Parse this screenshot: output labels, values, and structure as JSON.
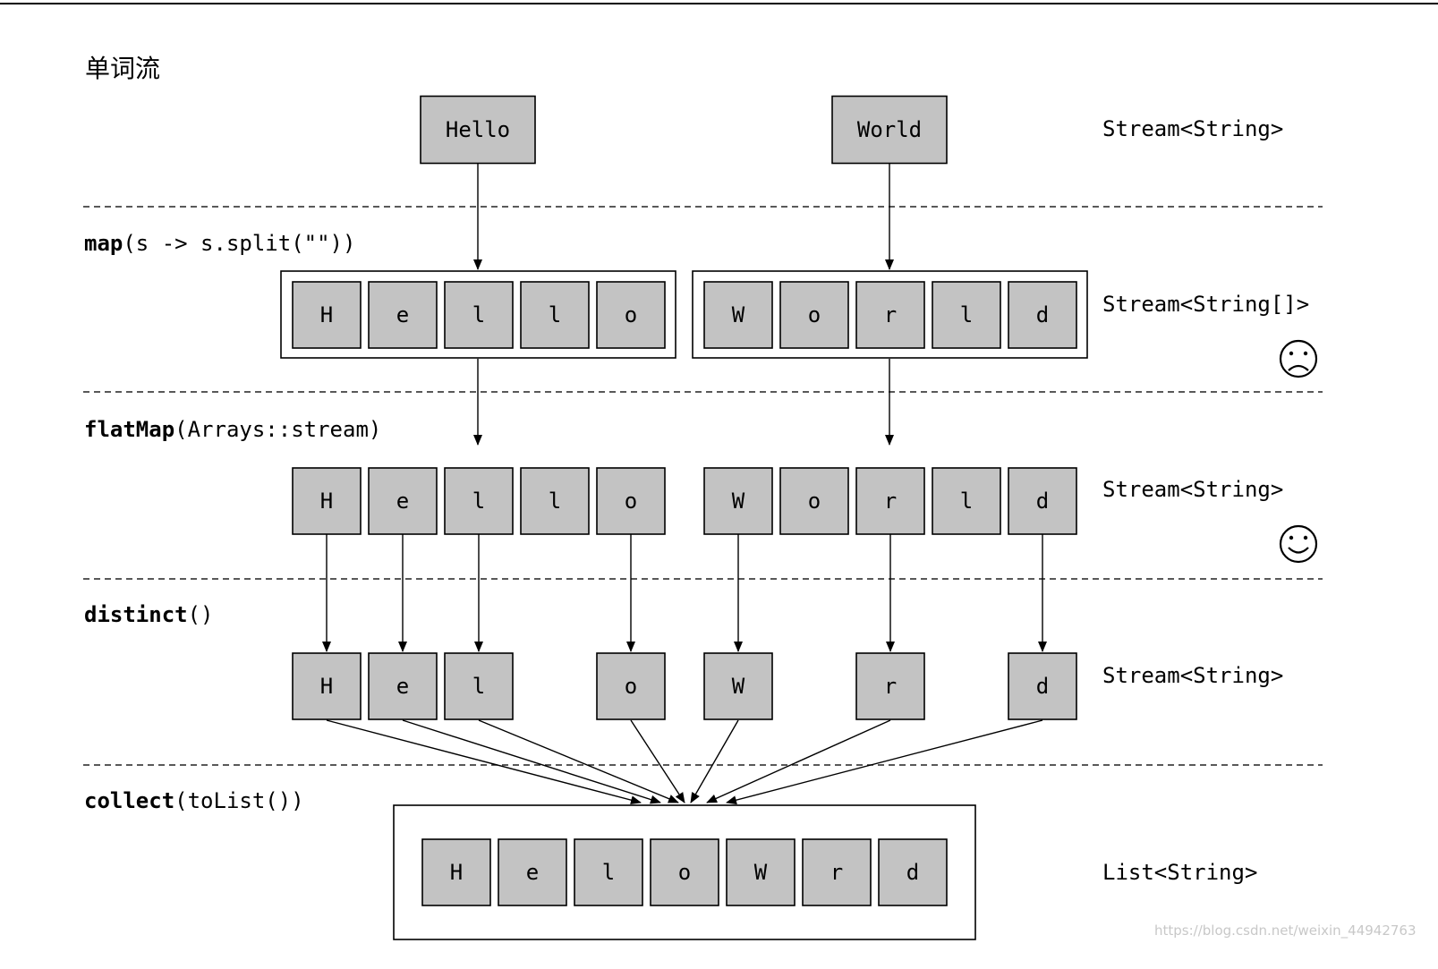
{
  "title": "单词流",
  "words": [
    "Hello",
    "World"
  ],
  "stages": [
    {
      "op": "map",
      "args": "(s -> s.split(\"\"))"
    },
    {
      "op": "flatMap",
      "args": "(Arrays::stream)"
    },
    {
      "op": "distinct",
      "args": "()"
    },
    {
      "op": "collect",
      "args": "(toList())"
    }
  ],
  "types": [
    "Stream<String>",
    "Stream<String[]>",
    "Stream<String>",
    "Stream<String>",
    "List<String>"
  ],
  "arrays": [
    [
      "H",
      "e",
      "l",
      "l",
      "o"
    ],
    [
      "W",
      "o",
      "r",
      "l",
      "d"
    ]
  ],
  "flat": [
    "H",
    "e",
    "l",
    "l",
    "o",
    "W",
    "o",
    "r",
    "l",
    "d"
  ],
  "distinct": [
    "H",
    "e",
    "l",
    "o",
    "W",
    "r",
    "d"
  ],
  "result": [
    "H",
    "e",
    "l",
    "o",
    "W",
    "r",
    "d"
  ],
  "emoji": {
    "sad": "sad-face-icon",
    "happy": "happy-face-icon"
  },
  "watermark": "https://blog.csdn.net/weixin_44942763",
  "colors": {
    "box_fill": "#c3c3c3",
    "stroke": "#000000",
    "dash": "#333333",
    "watermark": "#c8c8c8"
  }
}
